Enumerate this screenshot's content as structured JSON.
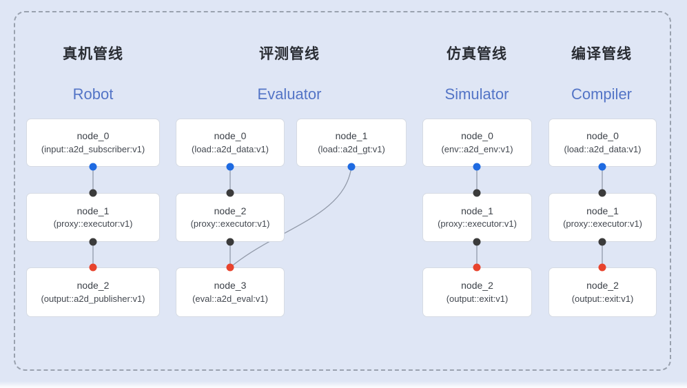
{
  "diagram": {
    "pipelines": [
      {
        "title_zh": "真机管线",
        "title_en": "Robot",
        "nodes": [
          {
            "name": "node_0",
            "type": "(input::a2d_subscriber:v1)"
          },
          {
            "name": "node_1",
            "type": "(proxy::executor:v1)"
          },
          {
            "name": "node_2",
            "type": "(output::a2d_publisher:v1)"
          }
        ]
      },
      {
        "title_zh": "评测管线",
        "title_en": "Evaluator",
        "nodes": [
          {
            "name": "node_0",
            "type": "(load::a2d_data:v1)"
          },
          {
            "name": "node_1",
            "type": "(load::a2d_gt:v1)"
          },
          {
            "name": "node_2",
            "type": "(proxy::executor:v1)"
          },
          {
            "name": "node_3",
            "type": "(eval::a2d_eval:v1)"
          }
        ]
      },
      {
        "title_zh": "仿真管线",
        "title_en": "Simulator",
        "nodes": [
          {
            "name": "node_0",
            "type": "(env::a2d_env:v1)"
          },
          {
            "name": "node_1",
            "type": "(proxy::executor:v1)"
          },
          {
            "name": "node_2",
            "type": "(output::exit:v1)"
          }
        ]
      },
      {
        "title_zh": "编译管线",
        "title_en": "Compiler",
        "nodes": [
          {
            "name": "node_0",
            "type": "(load::a2d_data:v1)"
          },
          {
            "name": "node_1",
            "type": "(proxy::executor:v1)"
          },
          {
            "name": "node_2",
            "type": "(output::exit:v1)"
          }
        ]
      }
    ],
    "colors": {
      "background": "#dfe6f5",
      "accent_blue": "#5374c6",
      "title_dark": "#2a2d33",
      "port_blue": "#1e6ae1",
      "port_black": "#3b3b3b",
      "port_red": "#e8432d",
      "edge": "#929aa9",
      "border_dashed": "#99a1ae"
    }
  }
}
